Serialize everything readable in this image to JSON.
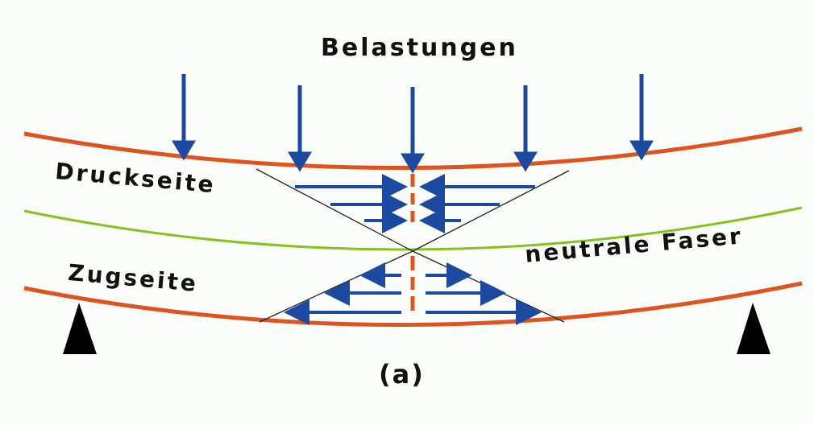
{
  "labels": {
    "title": "Belastungen",
    "compression_side": "Druckseite",
    "tension_side": "Zugseite",
    "neutral_fiber": "neutrale Faser",
    "caption": "(a)"
  },
  "colors": {
    "beam_edge": "#e0531f",
    "neutral_fiber": "#86c21c",
    "arrows": "#1c4aa0",
    "stress_outline": "#222222",
    "support": "#000000"
  },
  "elements": {
    "load_arrows": 5,
    "compression_stress_arrows": 6,
    "tension_stress_arrows": 6,
    "supports": 2
  }
}
